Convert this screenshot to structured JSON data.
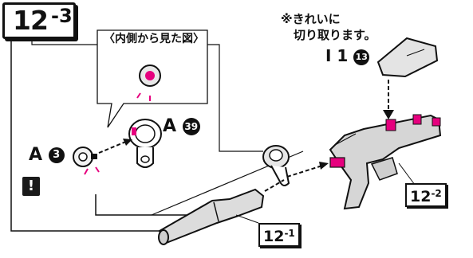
{
  "step": {
    "number": "12",
    "sub": "-3"
  },
  "inset": {
    "title": "〈内側から見た図〉"
  },
  "labels": {
    "a3_letter": "A",
    "a3_num": "3",
    "a39_letter": "A",
    "a39_num": "39",
    "warning": "!"
  },
  "note": {
    "line1": "※きれいに",
    "line2": "切り取ります。",
    "part_prefix": "I 1",
    "part_num": "13"
  },
  "parts": {
    "p1_main": "12",
    "p1_sub": "-1",
    "p2_main": "12",
    "p2_sub": "-2"
  },
  "colors": {
    "accent_pink": "#e6007e",
    "line": "#111111",
    "part_grey": "#d9d9d9"
  }
}
